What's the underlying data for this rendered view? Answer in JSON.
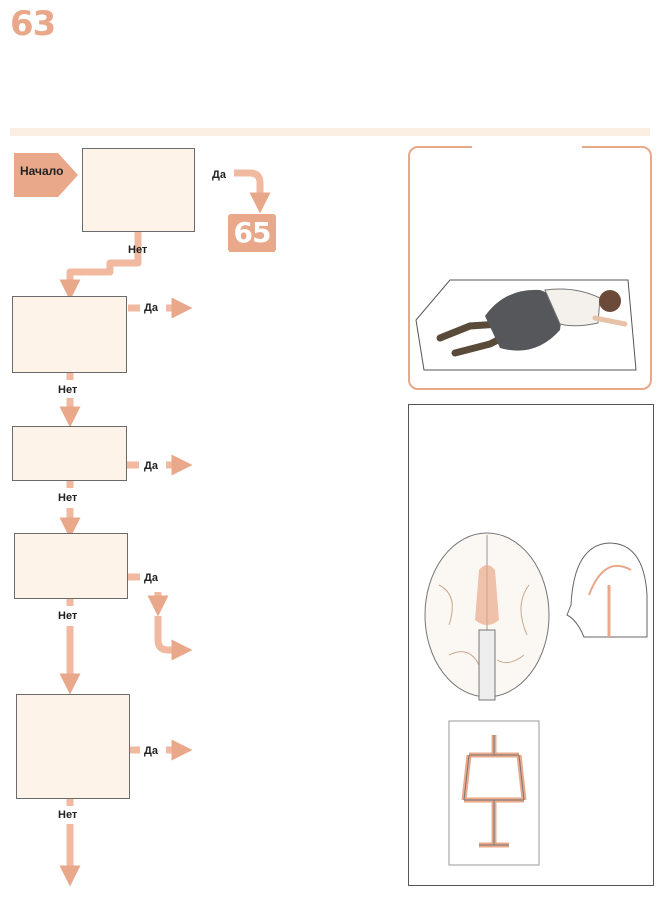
{
  "page": {
    "number": "63"
  },
  "flow": {
    "start_label": "Начало",
    "yes_label": "Да",
    "no_label": "Нет",
    "goto_page": "65"
  },
  "colors": {
    "accent": "#e9a88a",
    "box_fill": "#fdf3e9",
    "rule": "#fbeee3"
  },
  "illustrations": {
    "top_right": "woman-lying-recovery-position",
    "bottom_right": "brain-and-arteries-anatomy"
  }
}
